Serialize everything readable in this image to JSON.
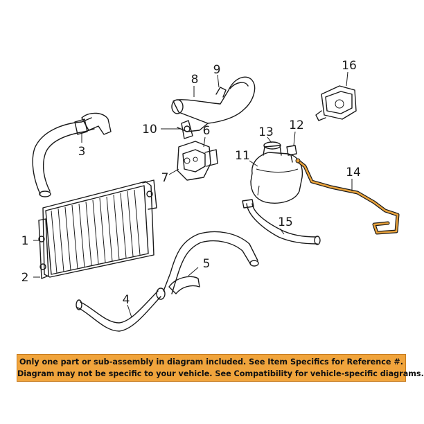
{
  "callouts": [
    "1",
    "2",
    "3",
    "4",
    "5",
    "6",
    "7",
    "8",
    "9",
    "10",
    "11",
    "12",
    "13",
    "14",
    "15",
    "16"
  ],
  "notice": {
    "line1": "Only one part or sub-assembly in diagram included. See Item Specifics for Reference #.",
    "line2": "Diagram may not be specific to your vehicle. See Compatibility for vehicle-specific diagrams."
  },
  "colors": {
    "notice_background": "#f0a43c",
    "highlight_part": "#e8a13a",
    "linework": "#1a1a1a"
  }
}
